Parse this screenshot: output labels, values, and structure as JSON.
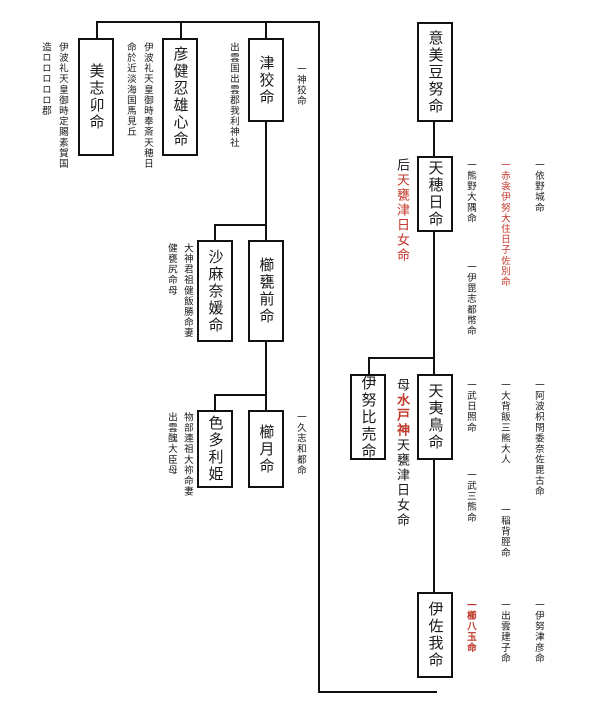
{
  "persons": {
    "imiduno": "意美豆努命",
    "amenohohi": "天穂日命",
    "amenohinadori": "天夷鳥命",
    "inuhime": "伊努比売命",
    "isagano": "伊佐我命",
    "tsunu": "津狡命",
    "hikotake": "彦健忍雄心命",
    "mishiu": "美志卯命",
    "kushitamae": "櫛甕前命",
    "samanahime": "沙麻奈媛命",
    "kushitsuki": "櫛月命",
    "irotarihime": "色多利姫"
  },
  "mothers": {
    "amenohohi_prefix": "后",
    "amenohohi_red": "天甕津日女命",
    "amenohinadori_prefix": "母",
    "amenohinadori_red": "水戸神",
    "amenohinadori_rest": "天甕津日女命"
  },
  "notes": {
    "imiduno_c1": "一依野城命",
    "imiduno_c2": "一赤衾伊努大住日子佐別命",
    "amenohohi_c1": "一熊野大隅命",
    "amenohohi_c2": "一伊毘志都幣命",
    "amenohinadori_c1": "一阿波枳閇委奈佐毘古命",
    "amenohinadori_c2": "一大背飯三熊大人",
    "amenohinadori_c3": "一稲背脛命",
    "amenohinadori_c4": "一武日照命",
    "amenohinadori_c5": "一武三熊命",
    "isagano_c1": "一伊努津彦命",
    "isagano_c2": "一出雲建子命",
    "isagano_c3": "一櫛八玉命",
    "tsunu_c1": "一神狡命",
    "tsunu_c2": "出雲国出雲郡我利神社",
    "hikotake_c1": "伊波礼天皇御時奉斎天穂日",
    "hikotake_c2": "命於近淡海国馬見丘",
    "mishiu_c1": "伊波礼天皇御時定賜素賀国",
    "mishiu_c2": "造ロロロロロ郡",
    "samanahime_c1": "大神君祖健飯勝命妻",
    "samanahime_c2": "健甕尻命母",
    "kushitsuki_c1": "一久志和都命",
    "irotarihime_c1": "物部連祖大祢命妻",
    "irotarihime_c2": "出雲醜大臣母"
  },
  "colors": {
    "red_text": "#c0392b",
    "line": "#111111"
  }
}
